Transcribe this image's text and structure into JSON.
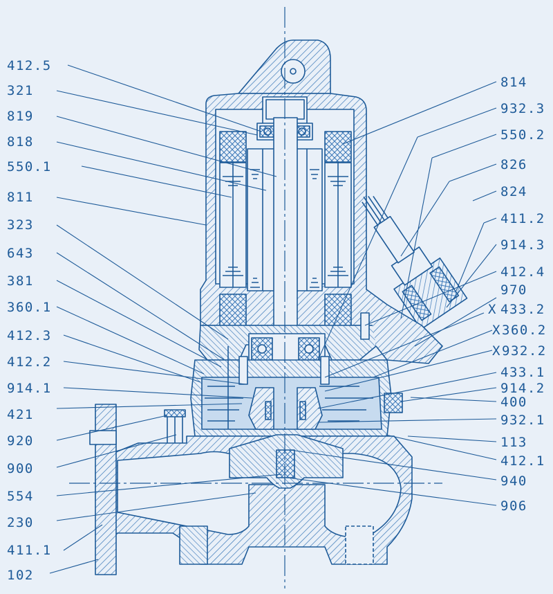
{
  "diagram": {
    "colors": {
      "ink": "#1d5a98",
      "paper": "#e9f0f8",
      "hatch": "#3b78b8",
      "oil": "#c7dbef"
    },
    "labels_left": [
      "412.5",
      "321",
      "819",
      "818",
      "550.1",
      "811",
      "323",
      "643",
      "381",
      "360.1",
      "412.3",
      "412.2",
      "914.1",
      "421",
      "920",
      "900",
      "554",
      "230",
      "411.1",
      "102"
    ],
    "labels_right": [
      "814",
      "932.3",
      "550.2",
      "826",
      "824",
      "411.2",
      "914.3",
      "412.4",
      "970",
      "433.2",
      "360.2",
      "932.2",
      "433.1",
      "914.2",
      "400",
      "932.1",
      "113",
      "412.1",
      "940",
      "906"
    ],
    "x_marks": [
      "X",
      "X",
      "X"
    ]
  }
}
